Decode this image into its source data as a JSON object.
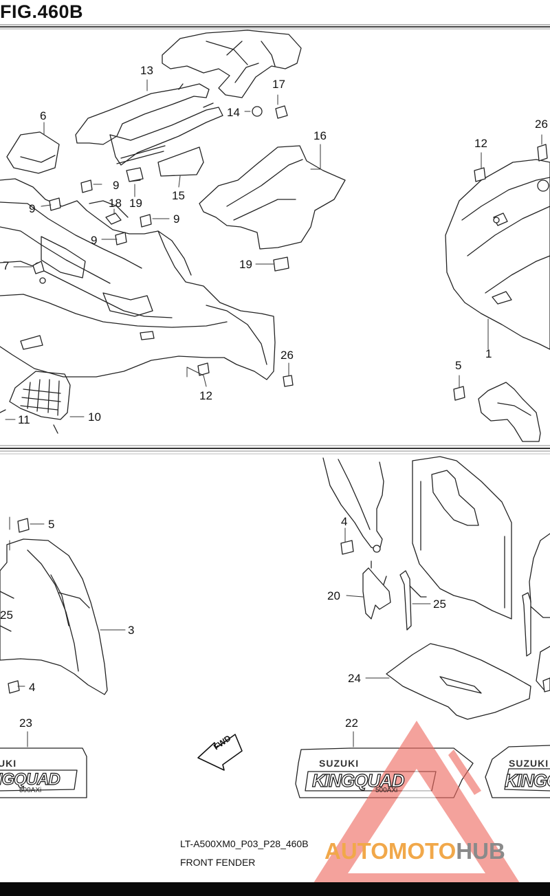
{
  "figure": {
    "title": "FIG.460B",
    "code": "LT-A500XM0_P03_P28_460B",
    "name": "FRONT FENDER"
  },
  "callouts": [
    {
      "id": "c13",
      "text": "13"
    },
    {
      "id": "c17",
      "text": "17"
    },
    {
      "id": "c14",
      "text": "14"
    },
    {
      "id": "c6",
      "text": "6"
    },
    {
      "id": "c16",
      "text": "16"
    },
    {
      "id": "c12a",
      "text": "12"
    },
    {
      "id": "c26a",
      "text": "26"
    },
    {
      "id": "c9a",
      "text": "9"
    },
    {
      "id": "c9b",
      "text": "9"
    },
    {
      "id": "c18",
      "text": "18"
    },
    {
      "id": "c19a",
      "text": "19"
    },
    {
      "id": "c15",
      "text": "15"
    },
    {
      "id": "c9c",
      "text": "9"
    },
    {
      "id": "c9d",
      "text": "9"
    },
    {
      "id": "c7",
      "text": "7"
    },
    {
      "id": "c19b",
      "text": "19"
    },
    {
      "id": "c1",
      "text": "1"
    },
    {
      "id": "c26b",
      "text": "26"
    },
    {
      "id": "c5a",
      "text": "5"
    },
    {
      "id": "c12b",
      "text": "12"
    },
    {
      "id": "c11",
      "text": "11"
    },
    {
      "id": "c10",
      "text": "10"
    },
    {
      "id": "c5b",
      "text": "5"
    },
    {
      "id": "c4a",
      "text": "4"
    },
    {
      "id": "c20",
      "text": "20"
    },
    {
      "id": "c25a",
      "text": "25"
    },
    {
      "id": "c25b",
      "text": "25"
    },
    {
      "id": "c3",
      "text": "3"
    },
    {
      "id": "c4b",
      "text": "4"
    },
    {
      "id": "c24",
      "text": "24"
    },
    {
      "id": "c23",
      "text": "23"
    },
    {
      "id": "c22",
      "text": "22"
    }
  ],
  "decals": {
    "brand": "SUZUKI",
    "model": "KINGQUAD",
    "drive": "500AXi"
  },
  "fwd_label": "FWD",
  "watermark": {
    "part1": "AUTOMOTO",
    "part2": "HUB",
    "color1": "#f1a84a",
    "color2": "#8a8a8a",
    "triangle_color": "#e5332a"
  }
}
